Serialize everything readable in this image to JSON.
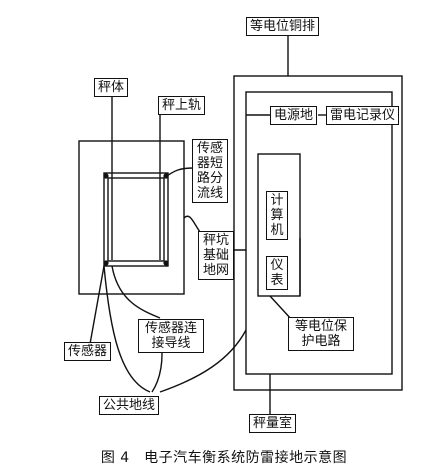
{
  "labels": {
    "copper_bar": "等电位铜排",
    "scale_body": "秤体",
    "rail": "秤上轨",
    "power_ground": "电源地",
    "lightning_recorder": "雷电记录仪",
    "sensor_shunt": "传感器短路分流线",
    "computer": "计算机",
    "pit_grid": "秤坑基础地网",
    "instrument": "仪表",
    "protect_circuit": "等电位保护电路",
    "sensor": "传感器",
    "sensor_wire": "传感器连接导线",
    "common_ground": "公共地线",
    "weigh_room": "秤量室"
  },
  "caption": "图 4　电子汽车衡系统防雷接地示意图"
}
